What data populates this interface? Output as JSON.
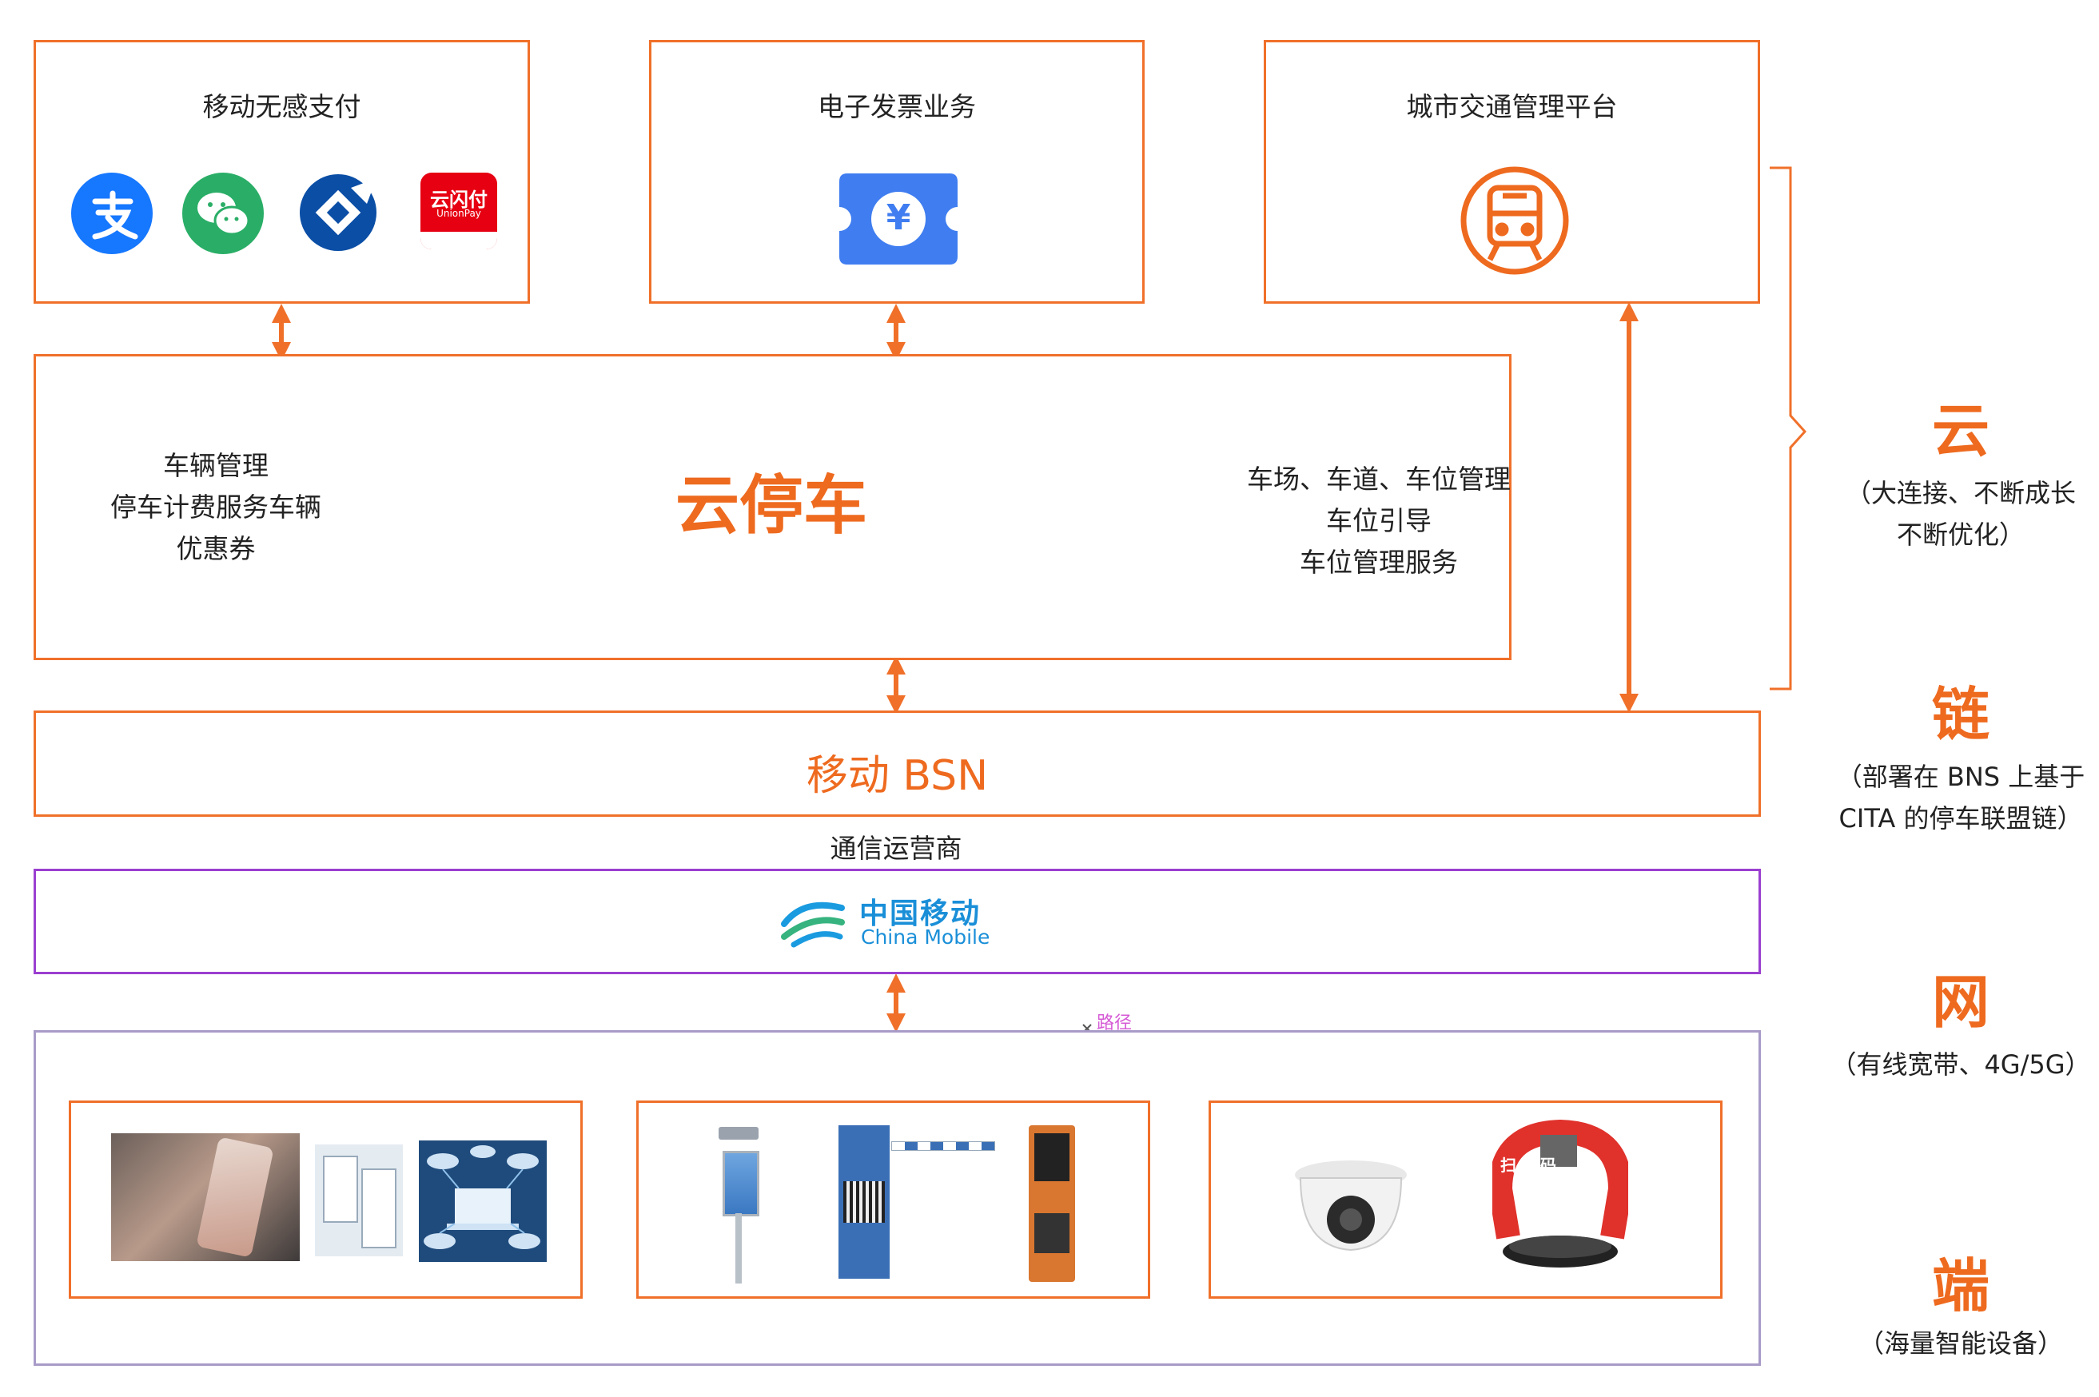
{
  "top_boxes": {
    "payment": {
      "title": "移动无感支付",
      "unionpay_text": "云闪付",
      "unionpay_sub": "UnionPay"
    },
    "invoice": {
      "title": "电子发票业务",
      "yen_glyph": "¥"
    },
    "traffic": {
      "title": "城市交通管理平台"
    }
  },
  "cloud_parking": {
    "title": "云停车",
    "left_lines": [
      "车辆管理",
      "停车计费服务车辆",
      "优惠券"
    ],
    "right_lines": [
      "车场、车道、车位管理",
      "车位引导",
      "车位管理服务"
    ]
  },
  "bsn": {
    "title": "移动 BSN"
  },
  "operator": {
    "label": "通信运营商",
    "brand_cn": "中国移动",
    "brand_en": "China Mobile"
  },
  "path_label": "路径",
  "layers": [
    {
      "big": "云",
      "sub_lines": [
        "（大连接、不断成长",
        "不断优化）"
      ]
    },
    {
      "big": "链",
      "sub_lines": [
        "（部署在 BNS 上基于",
        "CITA 的停车联盟链）"
      ]
    },
    {
      "big": "网",
      "sub_lines": [
        "（有线宽带、4G/5G）"
      ]
    },
    {
      "big": "端",
      "sub_lines": [
        "（海量智能设备）"
      ]
    }
  ],
  "device_text": {
    "lock_text": "扫码停车"
  },
  "icons": [
    "alipay-icon",
    "wechat-pay-icon",
    "ccb-icon",
    "unionpay-icon",
    "ticket-yen-icon",
    "metro-train-icon",
    "china-mobile-logo-icon",
    "camera-dome-icon",
    "parking-lock-icon"
  ],
  "colors": {
    "accent": "#f0702a",
    "purple": "#9b3fd0",
    "alipay": "#1677ff",
    "wechat": "#2aae67",
    "ccb": "#0a4ea6",
    "unionpay": "#e60012"
  }
}
